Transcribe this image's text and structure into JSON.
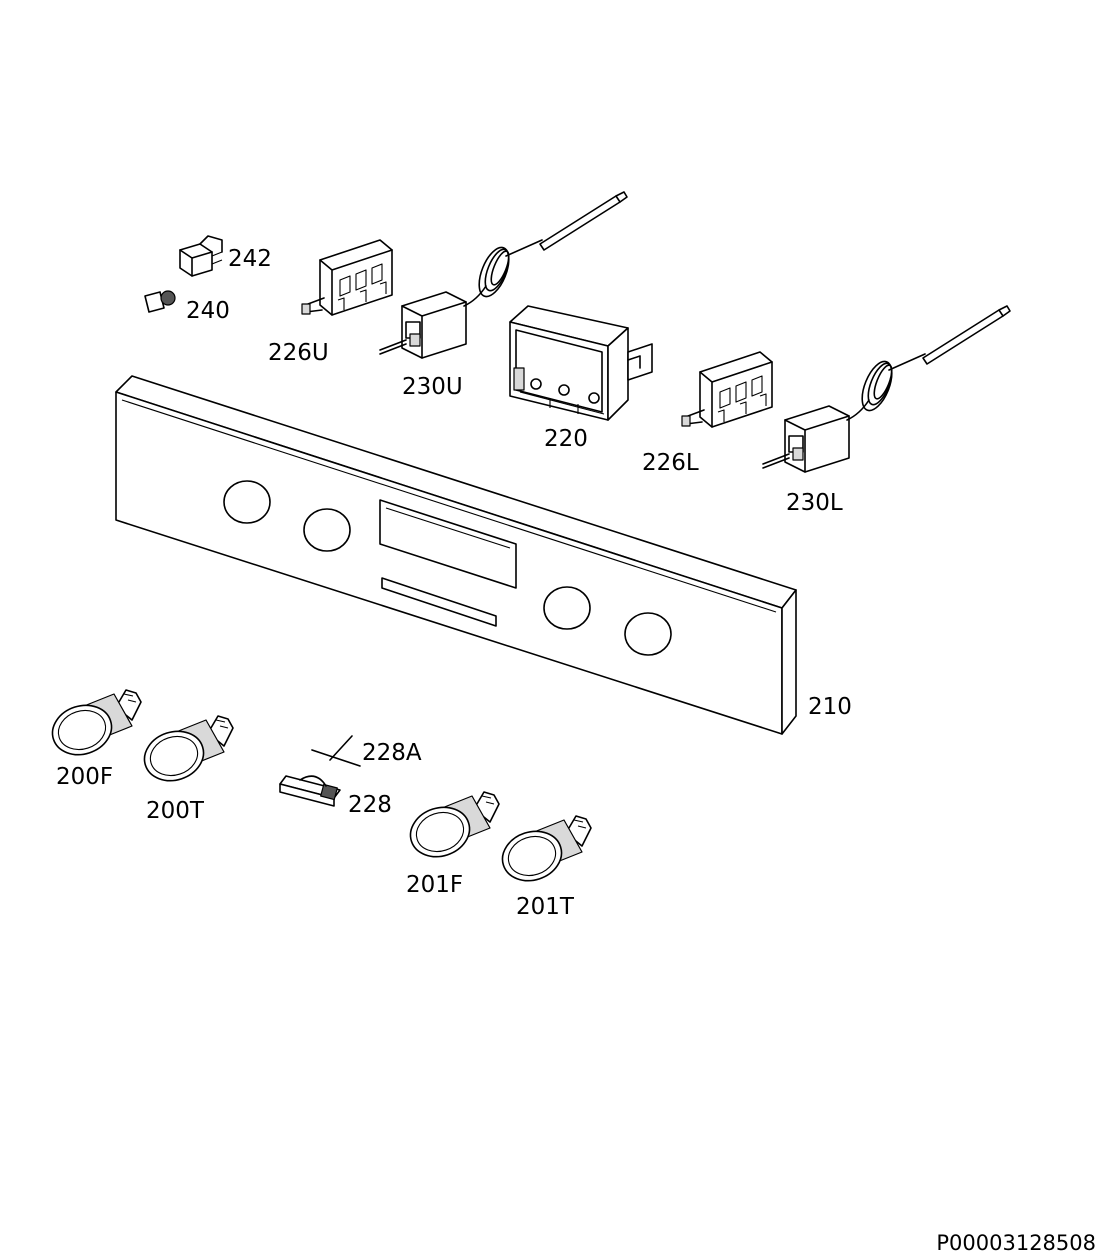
{
  "labels": {
    "p242": "242",
    "p240": "240",
    "p226U": "226U",
    "p230U": "230U",
    "p220": "220",
    "p226L": "226L",
    "p230L": "230L",
    "p210": "210",
    "p200F": "200F",
    "p200T": "200T",
    "p228A": "228A",
    "p228": "228",
    "p201F": "201F",
    "p201T": "201T"
  },
  "doc_id": "P00003128508"
}
